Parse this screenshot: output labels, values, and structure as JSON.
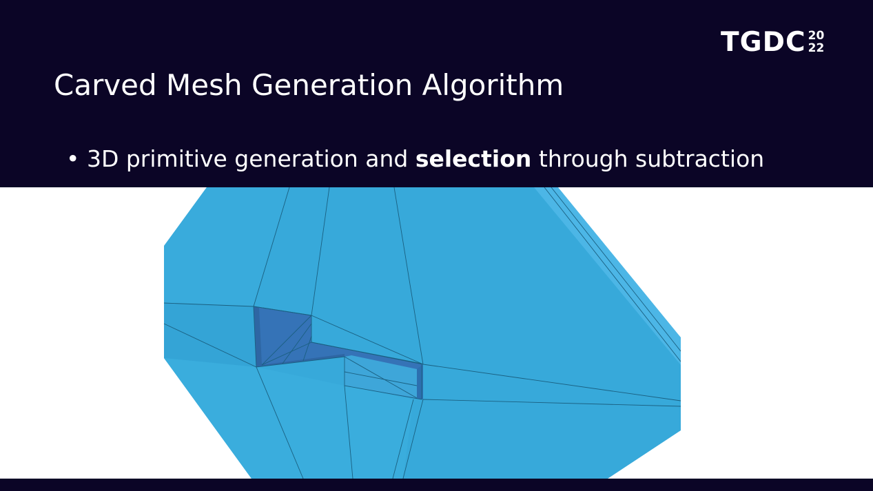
{
  "logo": {
    "main": "TGDC",
    "year_top": "20",
    "year_bottom": "22"
  },
  "slide": {
    "title": "Carved Mesh Generation Algorithm",
    "bullet_marker": "•",
    "bullet_before": "3D primitive generation and",
    "bullet_bold": "selection",
    "bullet_after": "through subtraction"
  },
  "colors": {
    "header_background": "#0b0526",
    "mesh_face": "#37a9da",
    "mesh_carved": "#3573b7",
    "mesh_edge": "#1a5f80"
  }
}
